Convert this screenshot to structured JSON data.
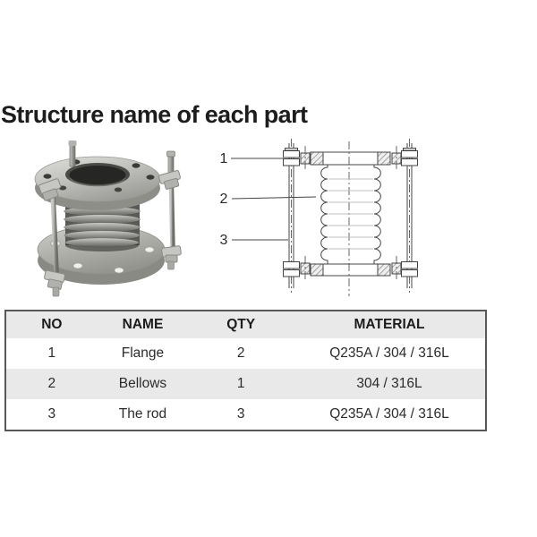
{
  "title": "Structure name of each part",
  "photo": {
    "description": "stainless steel bellows expansion joint with two flanges and tie rods"
  },
  "diagram": {
    "callouts": [
      "1",
      "2",
      "3"
    ]
  },
  "table": {
    "headers": [
      "NO",
      "NAME",
      "QTY",
      "MATERIAL"
    ],
    "rows": [
      [
        "1",
        "Flange",
        "2",
        "Q235A / 304 / 316L"
      ],
      [
        "2",
        "Bellows",
        "1",
        "304 / 316L"
      ],
      [
        "3",
        "The rod",
        "3",
        "Q235A / 304 / 316L"
      ]
    ],
    "colors": {
      "header_bg": "#e9e9e9",
      "stripe_bg": "#e9e9e9",
      "border": "#58585a",
      "text": "#2b2b2b"
    }
  }
}
